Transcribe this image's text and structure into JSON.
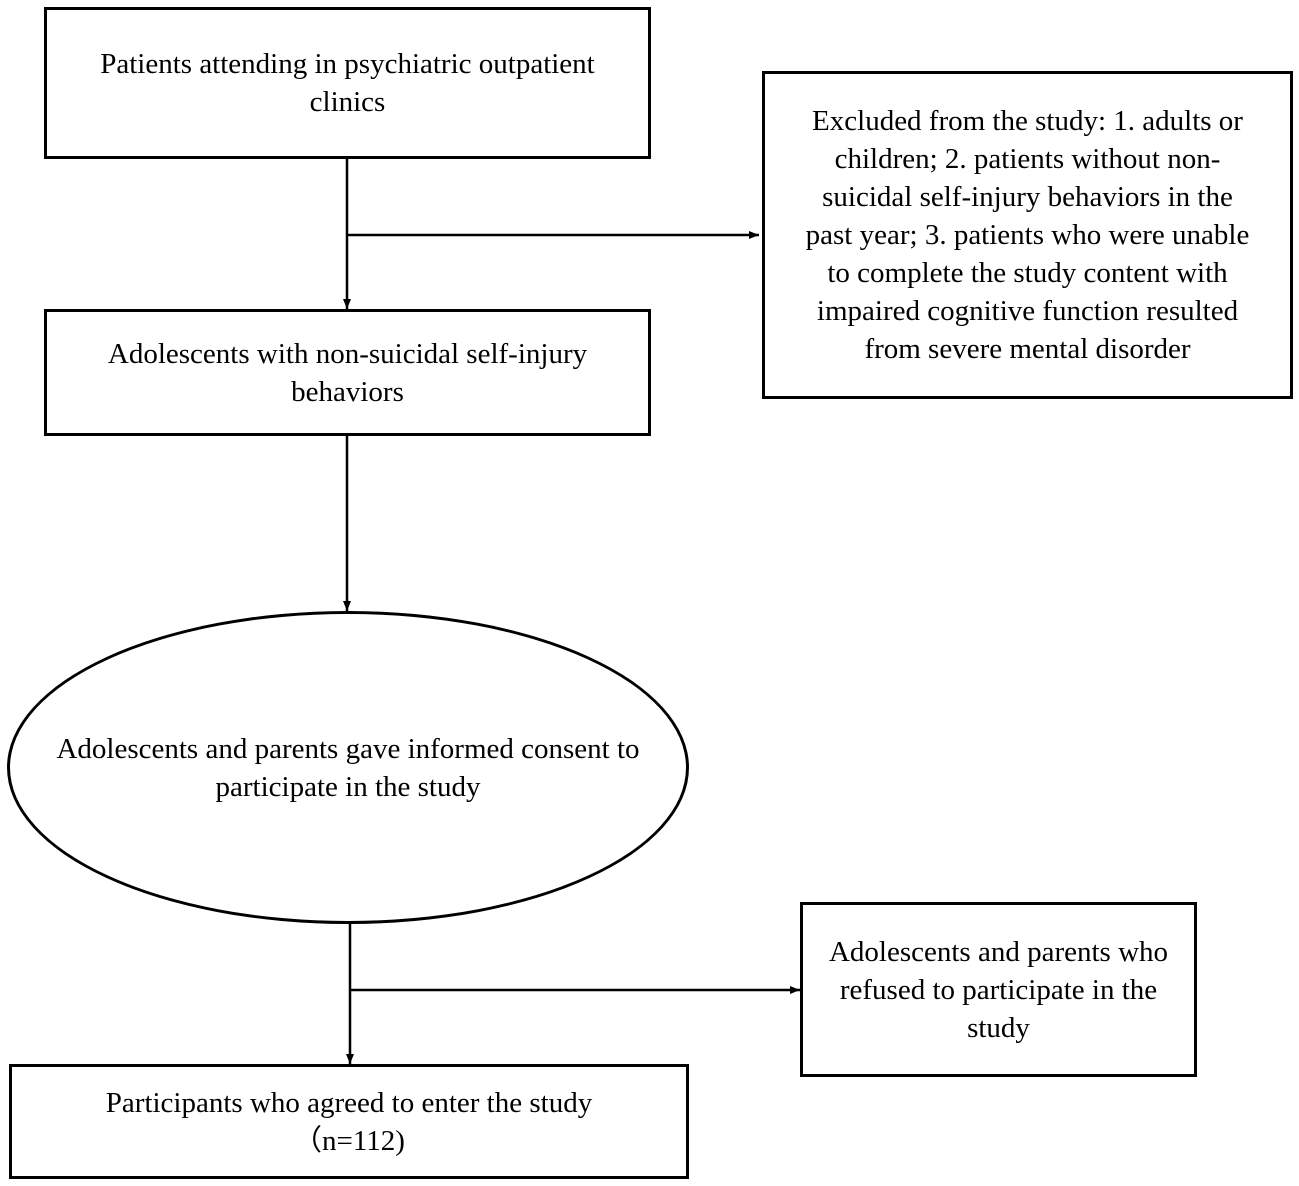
{
  "nodes": {
    "patients": {
      "lines": [
        "Patients attending in psychiatric outpatient",
        "clinics"
      ]
    },
    "excluded": {
      "lines": [
        "Excluded from the study: 1. adults or",
        "children; 2. patients without non-",
        "suicidal self-injury behaviors in the",
        "past year; 3. patients who were unable",
        "to complete the study content with",
        "impaired cognitive function resulted",
        "from severe mental disorder"
      ]
    },
    "adolescents_nssi": {
      "lines": [
        "Adolescents with non-suicidal self-injury",
        "behaviors"
      ]
    },
    "consent": {
      "lines": [
        "Adolescents and parents gave informed consent to",
        "participate in the study"
      ]
    },
    "refused": {
      "lines": [
        "Adolescents and parents who",
        "refused to participate in the",
        "study"
      ]
    },
    "participants": {
      "lines": [
        "Participants who agreed to enter the study",
        "（n=112)"
      ]
    }
  },
  "colors": {
    "stroke": "#000000",
    "background": "#ffffff"
  }
}
